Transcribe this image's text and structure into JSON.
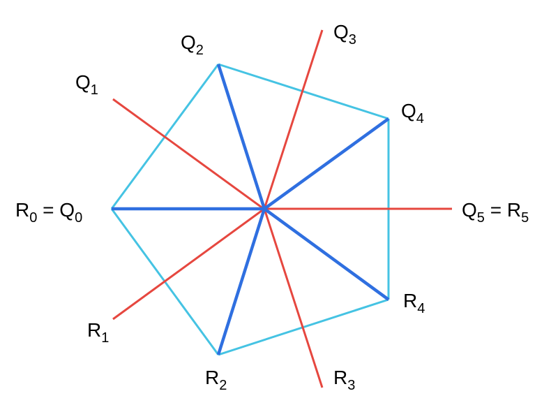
{
  "colors": {
    "hexagon_edges": "#45c3e3",
    "spokes": "#2f6fe0",
    "rays": "#e6473f",
    "background": "#ffffff",
    "text": "#000000"
  },
  "labels": {
    "r0": {
      "main": "R",
      "sub": "0"
    },
    "eq0": "=",
    "q0": {
      "main": "Q",
      "sub": "0"
    },
    "q1": {
      "main": "Q",
      "sub": "1"
    },
    "q2": {
      "main": "Q",
      "sub": "2"
    },
    "q3": {
      "main": "Q",
      "sub": "3"
    },
    "q4": {
      "main": "Q",
      "sub": "4"
    },
    "q5": {
      "main": "Q",
      "sub": "5"
    },
    "eq5": "=",
    "r5": {
      "main": "R",
      "sub": "5"
    },
    "r1": {
      "main": "R",
      "sub": "1"
    },
    "r2": {
      "main": "R",
      "sub": "2"
    },
    "r3": {
      "main": "R",
      "sub": "3"
    },
    "r4": {
      "main": "R",
      "sub": "4"
    }
  }
}
